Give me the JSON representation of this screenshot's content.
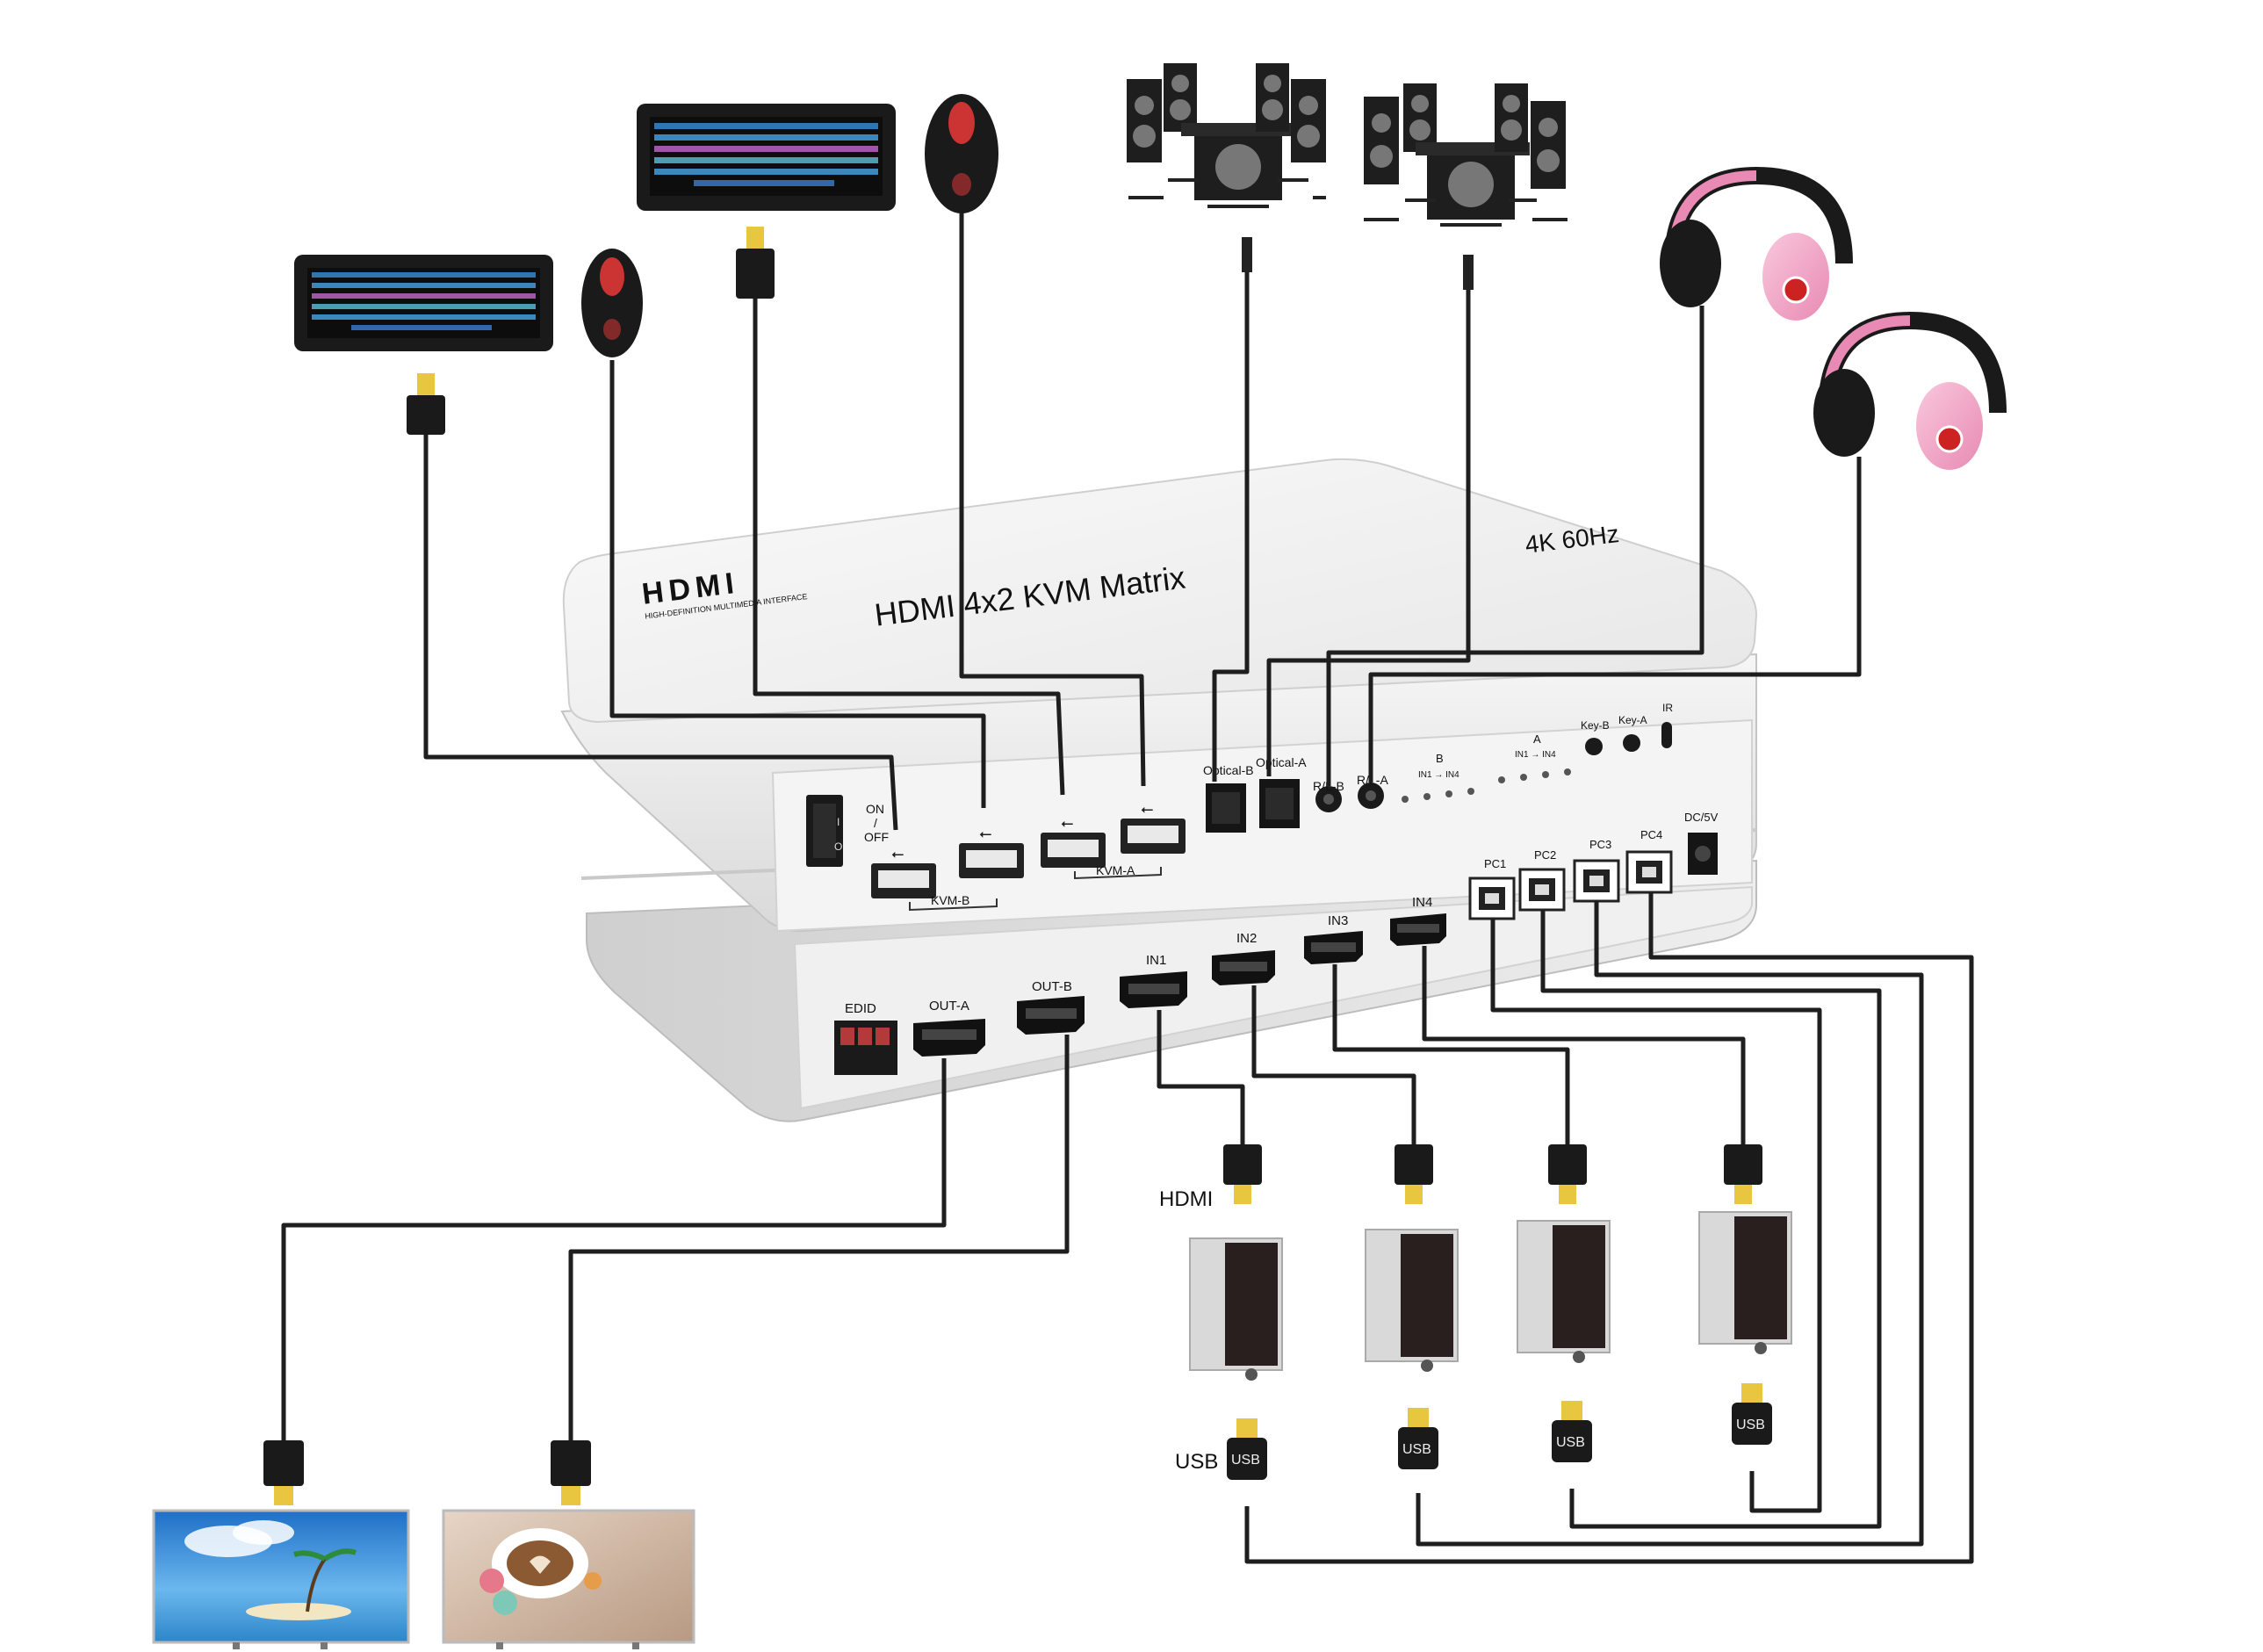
{
  "device": {
    "logo_text": "HDMI",
    "logo_subtext": "HIGH-DEFINITION MULTIMEDIA INTERFACE",
    "title": "HDMI 4x2 KVM Matrix",
    "resolution": "4K 60Hz"
  },
  "top_panel": {
    "power_on": "ON",
    "power_sep": "/",
    "power_off": "OFF",
    "kvm_b": "KVM-B",
    "kvm_a": "KVM-A",
    "optical_b": "Optical-B",
    "optical_a": "Optical-A",
    "rl_b": "R/L-B",
    "rl_a": "R/L-A",
    "group_b": "B",
    "group_a": "A",
    "in_range": "IN1 → IN4",
    "key_b": "Key-B",
    "key_a": "Key-A",
    "ir": "IR",
    "dc": "DC/5V"
  },
  "usb_b_ports": [
    "PC1",
    "PC2",
    "PC3",
    "PC4"
  ],
  "bottom_panel": {
    "edid": "EDID",
    "out_a": "OUT-A",
    "out_b": "OUT-B",
    "inputs": [
      "IN1",
      "IN2",
      "IN3",
      "IN4"
    ]
  },
  "cable_labels": {
    "hdmi": "HDMI",
    "usb": "USB",
    "usb_plug": "USB"
  },
  "colors": {
    "device_body": "#eeeeee",
    "cable": "#1e1e1e",
    "headphone_pink": "#f2a6c9",
    "connector_gold": "#e8c640"
  }
}
